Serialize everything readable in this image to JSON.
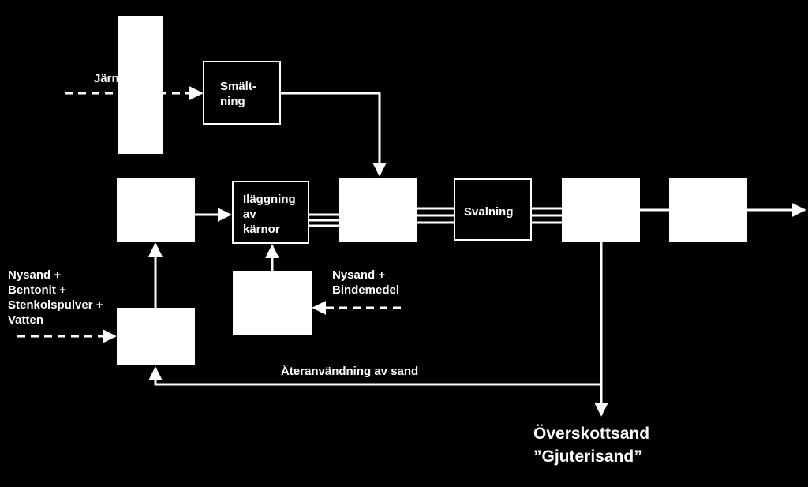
{
  "labels": {
    "iron_input": "Järn",
    "smelting": "Smält-\nning",
    "core_setting": "Iläggning\nav\nkärnor",
    "cooling": "Svalning",
    "green_sand_inputs": "Nysand +\nBentonit +\nStenkolspulver +\nVatten",
    "core_sand_inputs": "Nysand +\nBindemedel",
    "sand_reuse": "Återanvändning av sand",
    "excess_sand_title": "Överskottsand",
    "excess_sand_subtitle": "”Gjuterisand”"
  },
  "colors": {
    "background": "#000000",
    "foreground": "#ffffff"
  }
}
